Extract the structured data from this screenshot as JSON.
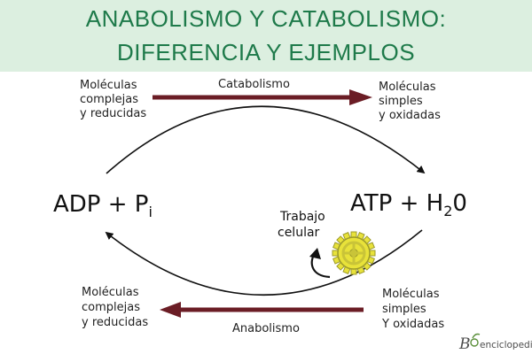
{
  "header": {
    "title_line1": "ANABOLISMO Y CATABOLISMO:",
    "title_line2": "DIFERENCIA Y EJEMPLOS"
  },
  "catabolism": {
    "label": "Catabolismo",
    "source": [
      "Moléculas",
      "complejas",
      "y reducidas"
    ],
    "target": [
      "Moléculas",
      "simples",
      "y oxidadas"
    ]
  },
  "anabolism": {
    "label": "Anabolismo",
    "source": [
      "Moléculas",
      "simples",
      "Y oxidadas"
    ],
    "target": [
      "Moléculas",
      "complejas",
      "y reducidas"
    ]
  },
  "left_node": {
    "base": "ADP + P",
    "subscript": "i"
  },
  "right_node": {
    "base": "ATP + H",
    "subscript": "2",
    "suffix": "0"
  },
  "work": {
    "line1": "Trabajo",
    "line2": "celular"
  },
  "logo": {
    "letter": "B",
    "text": "enciclopedia"
  },
  "colors": {
    "arrow": "#6b1d25",
    "cycle": "#111111",
    "gear": "#e8e23a",
    "gear_stroke": "#9c9a2a",
    "title": "#1e7a4a",
    "banner": "#dcefe0"
  }
}
